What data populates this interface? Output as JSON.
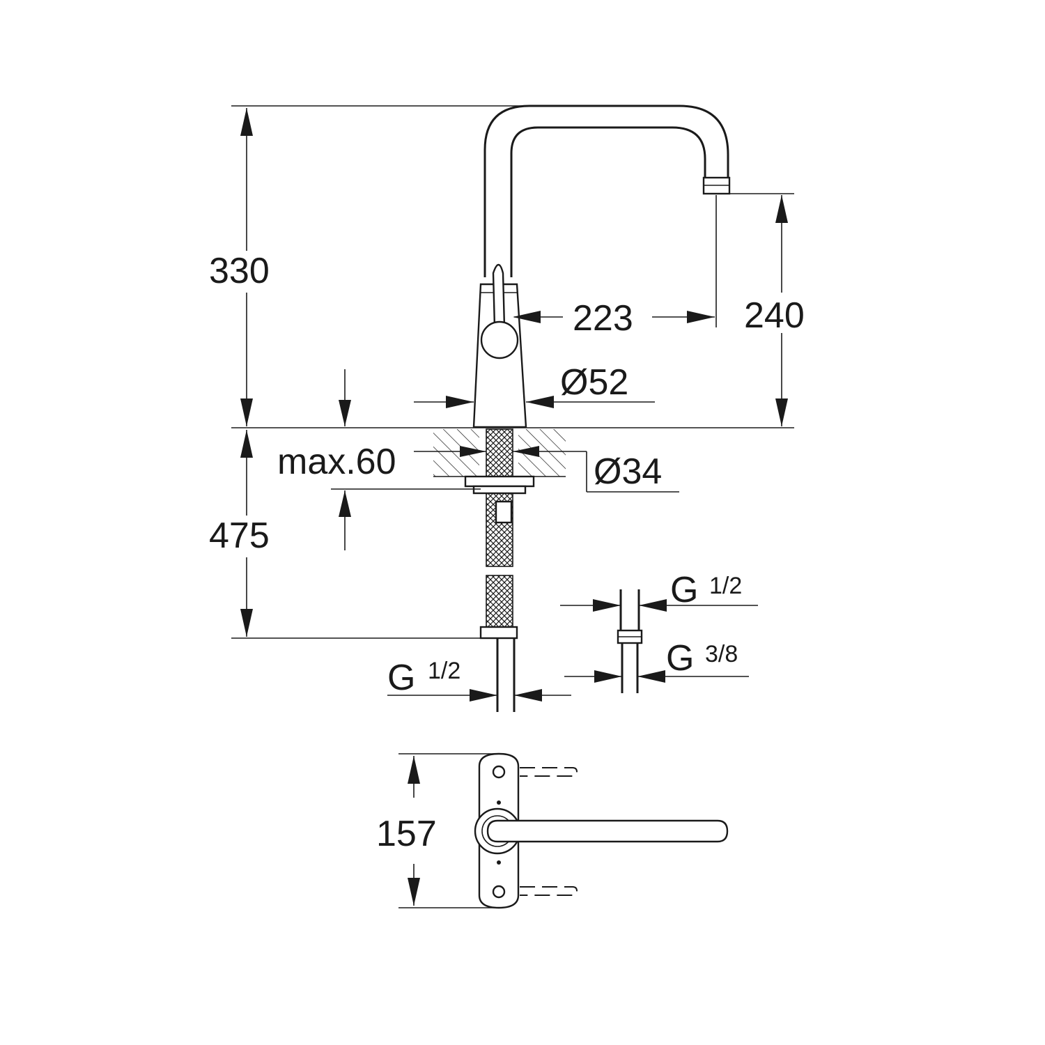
{
  "drawing": {
    "dimensions": {
      "total_height": "330",
      "spout_reach": "223",
      "spout_height": "240",
      "body_diameter": "Ø52",
      "max_deck_thickness": "max.60",
      "hole_diameter": "Ø34",
      "hose_length": "475",
      "handle_depth": "157"
    },
    "threads": {
      "hose_outlet": {
        "letter": "G",
        "fraction": "1/2"
      },
      "adapter_top": {
        "letter": "G",
        "fraction": "1/2"
      },
      "adapter_bottom": {
        "letter": "G",
        "fraction": "3/8"
      }
    }
  }
}
